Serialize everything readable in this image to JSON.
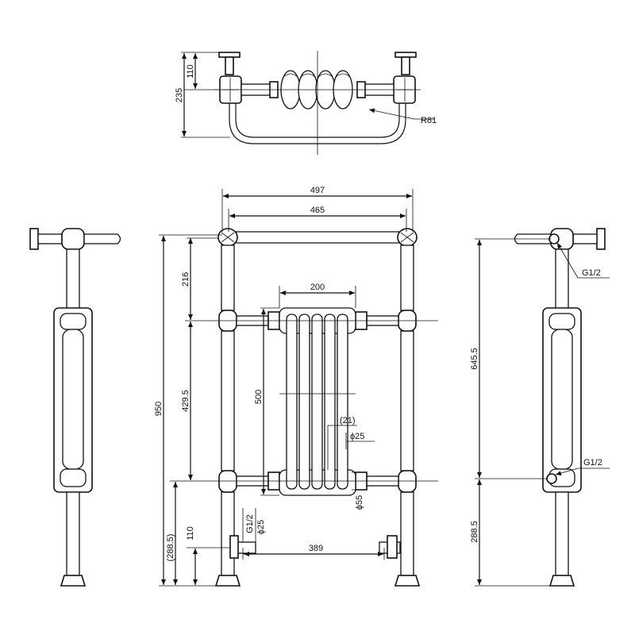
{
  "top_view": {
    "dims": {
      "depth_total": "235",
      "depth_wall": "110",
      "radius": "R81"
    }
  },
  "front_view": {
    "dims": {
      "overall_width": "497",
      "rail_width": "465",
      "column_width": "200",
      "top_offset": "216",
      "panel_height": "500",
      "middle_gap": "429.5",
      "overall_height": "950",
      "bottom_rail_height": "(288.5)",
      "pipe_height": "110",
      "pipe_centres": "389",
      "tube_dia_note": "(21)",
      "column_dia": "ϕ25",
      "hub_dia": "ϕ55",
      "valve_thread": "G1/2",
      "valve_dia": "ϕ25"
    }
  },
  "right_view": {
    "dims": {
      "upper_height": "645.5",
      "lower_height": "288.5",
      "thread_top": "G1/2",
      "thread_bottom": "G1/2"
    }
  }
}
